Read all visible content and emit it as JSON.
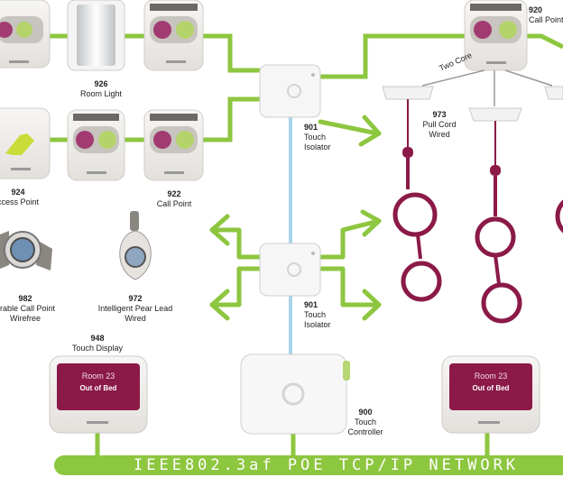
{
  "colors": {
    "green": "#8dc63f",
    "blue": "#a9d4ea",
    "maroon": "#8b1a48",
    "device_body": "#f2f0ee",
    "device_panel": "#c8c4bf"
  },
  "network_bus": {
    "label": "IEEE802.3af POE TCP/IP NETWORK"
  },
  "devices": {
    "room_light": {
      "code": "926",
      "name": "Room Light"
    },
    "access_point": {
      "code": "924",
      "name": "ccess Point"
    },
    "call_point_922": {
      "code": "922",
      "name": "Call Point"
    },
    "call_point_920": {
      "code": "920",
      "name": "Call Point"
    },
    "touch_isolator_upper": {
      "code": "901",
      "line1": "Touch",
      "line2": "Isolator"
    },
    "touch_isolator_lower": {
      "code": "901",
      "line1": "Touch",
      "line2": "Isolator"
    },
    "pull_cord": {
      "code": "973",
      "line1": "Pull Cord",
      "line2": "Wired"
    },
    "wearable_call_point": {
      "code": "982",
      "line1": "arable Call Point",
      "line2": "Wirefree"
    },
    "pear_lead": {
      "code": "972",
      "line1": "Intelligent Pear Lead",
      "line2": "Wired"
    },
    "touch_display": {
      "code": "948",
      "name": "Touch Display"
    },
    "touch_controller": {
      "code": "900",
      "line1": "Touch",
      "line2": "Controller"
    }
  },
  "wiring": {
    "two_core": "Two Core"
  },
  "screens": {
    "left": {
      "room": "Room 23",
      "status": "Out of Bed"
    },
    "right": {
      "room": "Room 23",
      "status": "Out of Bed"
    }
  }
}
